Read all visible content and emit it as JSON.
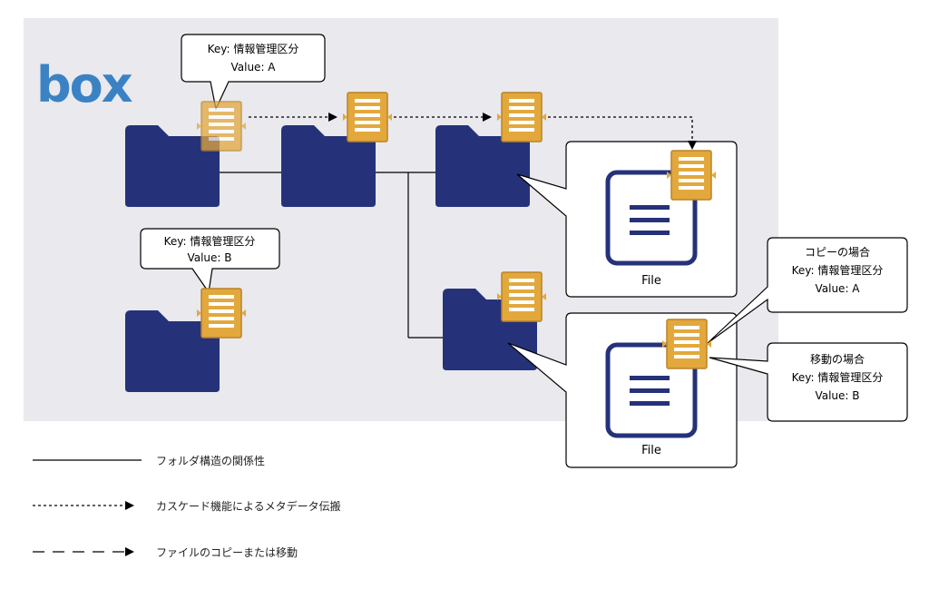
{
  "logo": {
    "text": "box",
    "color": "#3b82c4"
  },
  "colors": {
    "panel": "#e9e9ee",
    "folder": "#25327a",
    "tag": "#e3a83c",
    "tag_stroke": "#b98327",
    "tag_lines": "#ffffff",
    "file_frame": "#25327a"
  },
  "callouts": {
    "folder_a": {
      "line1": "Key: 情報管理区分",
      "line2": "Value: A"
    },
    "folder_b": {
      "line1": "Key: 情報管理区分",
      "line2": "Value: B"
    },
    "copy_case": {
      "line1": "コピーの場合",
      "line2": "Key: 情報管理区分",
      "line3": "Value: A"
    },
    "move_case": {
      "line1": "移動の場合",
      "line2": "Key: 情報管理区分",
      "line3": "Value: B"
    }
  },
  "files": {
    "top": {
      "label": "File"
    },
    "bottom": {
      "label": "File"
    }
  },
  "legend": {
    "solid": "フォルダ構造の関係性",
    "dotted": "カスケード機能によるメタデータ伝搬",
    "dashed": "ファイルのコピーまたは移動"
  }
}
